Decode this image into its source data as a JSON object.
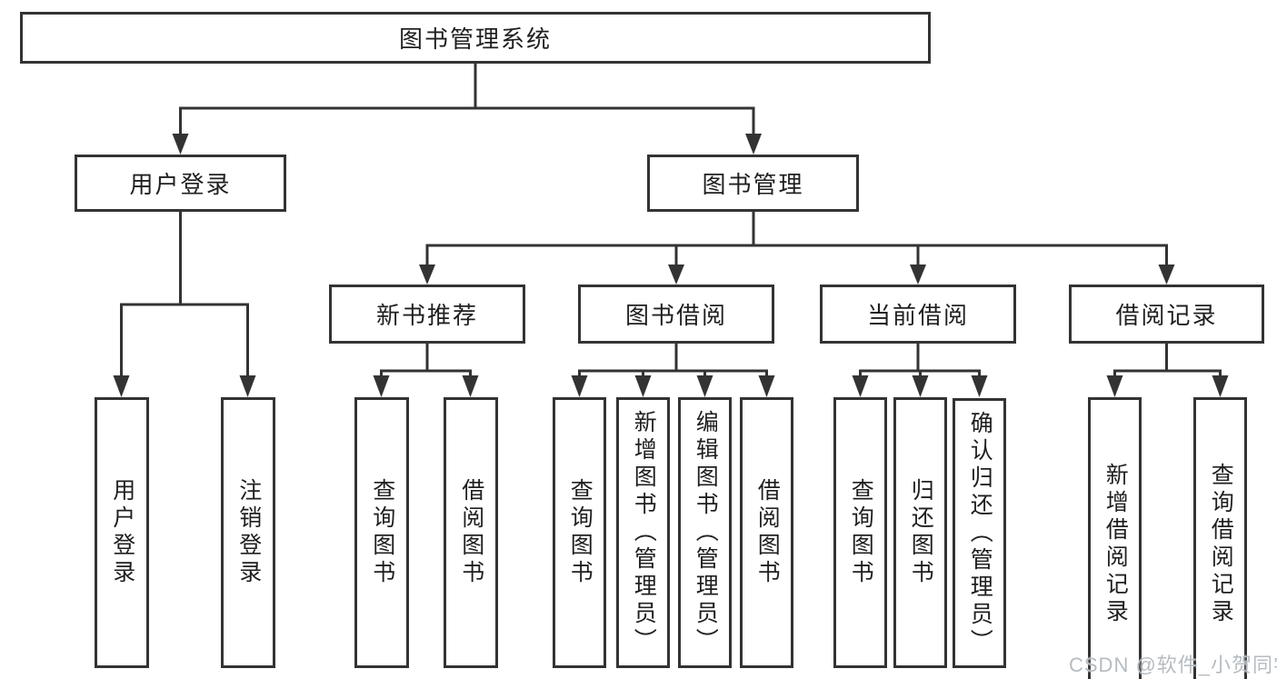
{
  "diagram": {
    "title": "图书管理系统",
    "level2": {
      "user_login": "用户登录",
      "book_mgmt": "图书管理"
    },
    "level3": {
      "new_books": "新书推荐",
      "borrow": "图书借阅",
      "current": "当前借阅",
      "records": "借阅记录"
    },
    "leaves": {
      "user_login": [
        "用户登录",
        "注销登录"
      ],
      "new_books": [
        "查询图书",
        "借阅图书"
      ],
      "borrow": [
        "查询图书",
        "新增图书（管理员）",
        "编辑图书（管理员）",
        "借阅图书"
      ],
      "current": [
        "查询图书",
        "归还图书",
        "确认归还（管理员）"
      ],
      "records": [
        "新增借阅记录",
        "查询借阅记录"
      ]
    },
    "watermark": "CSDN @软件_小贺同学",
    "colors": {
      "line": "#333333",
      "box_background": "#ffffff",
      "text": "#1f1f1f",
      "watermark": "#b5bcc2"
    }
  }
}
